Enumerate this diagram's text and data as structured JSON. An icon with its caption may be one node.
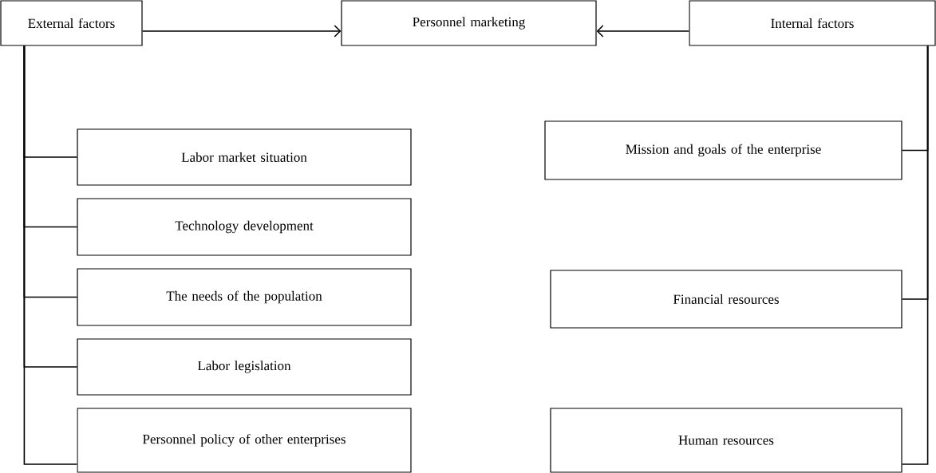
{
  "diagram": {
    "nodes": [
      {
        "text": [
          "External factors"
        ]
      },
      {
        "text": [
          "Personnel marketing"
        ]
      },
      {
        "text": [
          "Internal factors"
        ]
      },
      {
        "text": [
          "Labor market situation"
        ]
      },
      {
        "text": [
          "Technology development"
        ]
      },
      {
        "text": [
          "The needs of the population"
        ]
      },
      {
        "text": [
          "Labor legislation"
        ]
      },
      {
        "text": [
          "Personnel policy of other enterprises"
        ]
      },
      {
        "text": [
          "Mission and goals of the enterprise"
        ]
      },
      {
        "text": [
          "Financial resources"
        ]
      },
      {
        "text": [
          "Human resources"
        ]
      }
    ],
    "edges": [
      {
        "from": 0,
        "to": 1,
        "arrow": "to"
      },
      {
        "from": 2,
        "to": 1,
        "arrow": "to"
      },
      {
        "from": 0,
        "to": 3,
        "arrow": "none"
      },
      {
        "from": 0,
        "to": 4,
        "arrow": "none"
      },
      {
        "from": 0,
        "to": 5,
        "arrow": "none"
      },
      {
        "from": 0,
        "to": 6,
        "arrow": "none"
      },
      {
        "from": 0,
        "to": 7,
        "arrow": "none"
      },
      {
        "from": 2,
        "to": 8,
        "arrow": "none"
      },
      {
        "from": 2,
        "to": 9,
        "arrow": "none"
      },
      {
        "from": 2,
        "to": 10,
        "arrow": "none"
      }
    ]
  }
}
